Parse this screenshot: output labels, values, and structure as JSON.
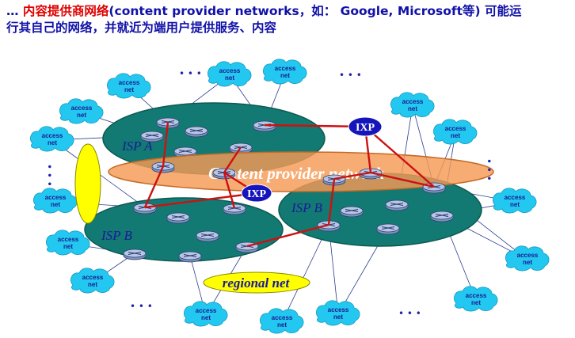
{
  "heading": {
    "prefix": "… ",
    "highlight": "内容提供商网络",
    "line1_rest": "(content provider networks，如： Google, Microsoft等) 可能运",
    "line2": "行其自己的网络，并就近为端用户提供服务、内容"
  },
  "diagram": {
    "access_net_label": [
      "access",
      "net"
    ],
    "isp_a_label": "ISP A",
    "isp_b_label": "ISP B",
    "content_provider_label": "Content provider network",
    "ixp_label": "IXP",
    "regional_label": "regional net",
    "ellipsis": "• • •"
  },
  "colors": {
    "isp_fill": "#127a72",
    "content_provider_fill": "#f59a55",
    "ixp_fill": "#1515bb",
    "regional_fill": "#ffff00",
    "access_net_fill": "#22c8f0",
    "red_link": "#cc1111",
    "router_fill": "#b8c6e6",
    "heading_blue": "#1010a8",
    "heading_red": "#e00000"
  },
  "icons": [
    "router-icon",
    "access-net-cloud-icon"
  ]
}
